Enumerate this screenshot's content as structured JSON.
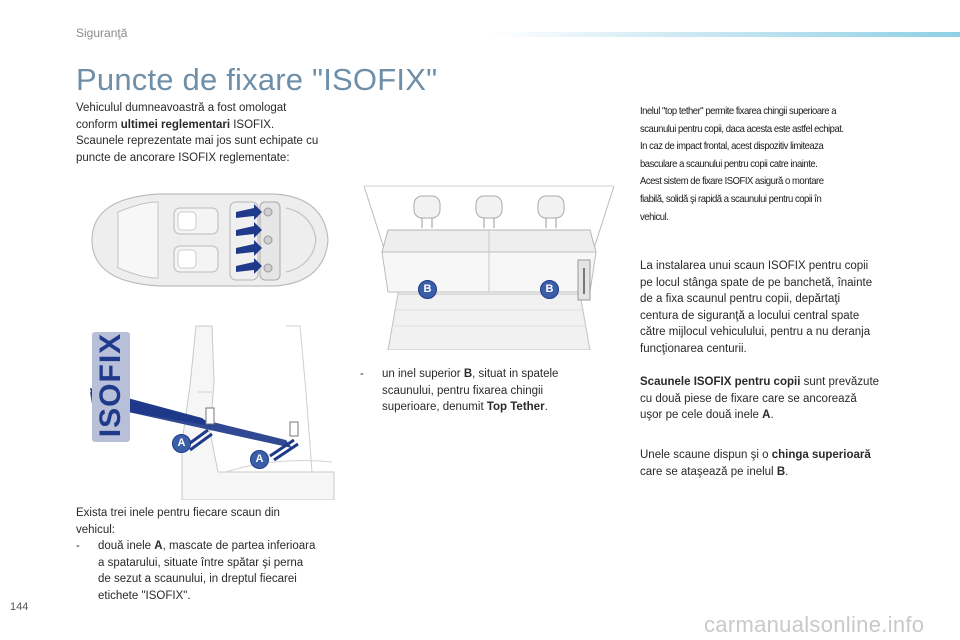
{
  "header": {
    "section": "Siguranţă"
  },
  "title": "Puncte de fixare \"ISOFIX\"",
  "intro": {
    "line1": "Vehiculul dumneavoastră a fost omologat",
    "line2_prefix": "conform ",
    "line2_bold": "ultimei reglementari",
    "line2_suffix": " ISOFIX.",
    "line3": "Scaunele reprezentate mai jos sunt echipate cu",
    "line4": "puncte de ancorare ISOFIX reglementate:"
  },
  "rings": {
    "intro1": "Exista trei inele pentru fiecare scaun din",
    "intro2": "vehicul:",
    "dash": "-",
    "item1_prefix": "două inele ",
    "item1_letter": "A",
    "item1_suffix": ", mascate de partea inferioara",
    "item1_line2": "a spatarului, situate între spătar şi perna",
    "item1_line3": "de sezut a scaunului, in dreptul fiecarei",
    "item1_line4": "etichete \"ISOFIX\".",
    "item2_prefix": "un inel superior ",
    "item2_letter": "B",
    "item2_suffix": ", situat in spatele",
    "item2_line2": "scaunului, pentru fixarea chingii",
    "item2_line3_prefix": "superioare, denumit ",
    "item2_line3_bold": "Top Tether",
    "item2_line3_suffix": "."
  },
  "note": {
    "line1": "Inelul \"top tether\" permite fixarea chingii superioare a",
    "line2": "scaunului pentru copii, daca acesta este astfel echipat.",
    "line3": "In caz de impact frontal, acest dispozitiv limiteaza",
    "line4": "basculare a scaunului pentru copii catre inainte.",
    "line5": "Acest sistem de fixare ISOFIX asigură o montare",
    "line6": "fiabilă, solidă şi rapidă a scaunului pentru copii în",
    "line7": "vehicul."
  },
  "install": {
    "line1": "La instalarea unui scaun ISOFIX pentru copii",
    "line2": "pe locul stânga spate de pe banchetă, înainte",
    "line3": "de a fixa scaunul pentru copii, depărtaţi",
    "line4": "centura de siguranţă a locului central spate",
    "line5": "către mijlocul vehiculului, pentru a nu deranja",
    "line6": "funcţionarea centurii."
  },
  "seats": {
    "line1_bold": "Scaunele ISOFIX pentru copii",
    "line1_suffix": " sunt prevăzute",
    "line2": "cu două piese de fixare care se ancorează",
    "line3_prefix": "uşor pe cele două inele ",
    "line3_letter": "A",
    "line3_suffix": "."
  },
  "strap": {
    "line1_prefix": "Unele scaune dispun şi o ",
    "line1_bold": "chinga superioară",
    "line2_prefix": "care se ataşează pe inelul ",
    "line2_letter": "B",
    "line2_suffix": "."
  },
  "figures": {
    "isofix_label": "ISOFIX",
    "marker_a": "A",
    "marker_b": "B"
  },
  "footer": {
    "page_number": "144",
    "watermark": "carmanualsonline.info"
  },
  "colors": {
    "title": "#6f8fa8",
    "accent_bar": "#8fd0e6",
    "arrow_blue": "#1f3a8a",
    "marker_blue": "#3b5ea8",
    "isofix_label_bg": "#b8bfd8"
  }
}
